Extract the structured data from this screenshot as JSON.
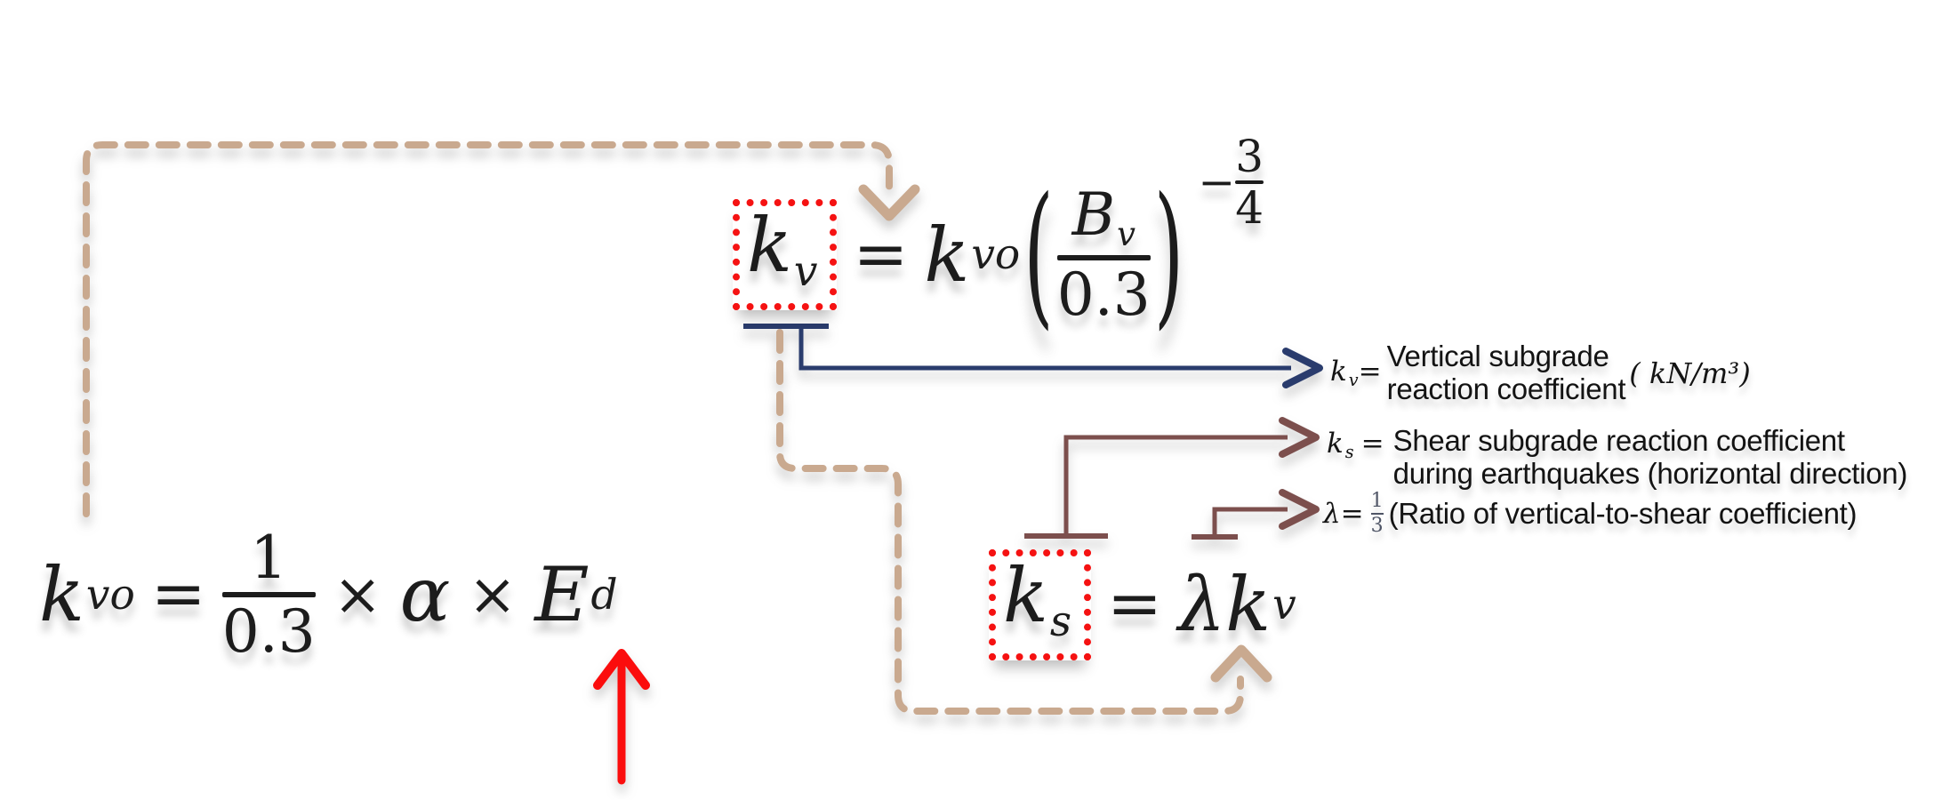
{
  "colors": {
    "tan_dashed": "#c9a98f",
    "navy": "#2a3c6d",
    "brown": "#7c4f4d",
    "red_box": "#f51212",
    "red_arrow": "#fb0d0d",
    "ink": "#1c1c1c"
  },
  "formula_kv": {
    "lhs_base": "k",
    "lhs_sub": "v",
    "equals": "=",
    "rhs_base": "k",
    "rhs_sub": "vo",
    "paren_open": "(",
    "paren_close": ")",
    "frac_num_base": "B",
    "frac_num_sub": "v",
    "frac_den": "0.3",
    "exp_minus": "−",
    "exp_num": "3",
    "exp_den": "4"
  },
  "formula_kvo": {
    "lhs_base": "k",
    "lhs_sub": "vo",
    "equals": "=",
    "frac_num": "1",
    "frac_den": "0.3",
    "times_1": "×",
    "alpha": "α",
    "times_2": "×",
    "e_base": "E",
    "e_sub": "d"
  },
  "formula_ks": {
    "lhs_base": "k",
    "lhs_sub": "s",
    "equals": "=",
    "lambda": "λ",
    "rhs_base": "k",
    "rhs_sub": "v"
  },
  "annotations": {
    "kv": {
      "term_base": "k",
      "term_sub": "v",
      "term_eq": "=",
      "line1": "Vertical subgrade",
      "line2": "reaction coefficient",
      "unit": "( kN/m³)"
    },
    "ks": {
      "term_base": "k",
      "term_sub": "s",
      "term_eq": "=",
      "line1": "Shear subgrade reaction coefficient",
      "line2": "during earthquakes (horizontal direction)"
    },
    "lambda": {
      "term": "λ=",
      "frac_num": "1",
      "frac_den": "3",
      "desc": "(Ratio of vertical-to-shear coefficient)"
    }
  }
}
